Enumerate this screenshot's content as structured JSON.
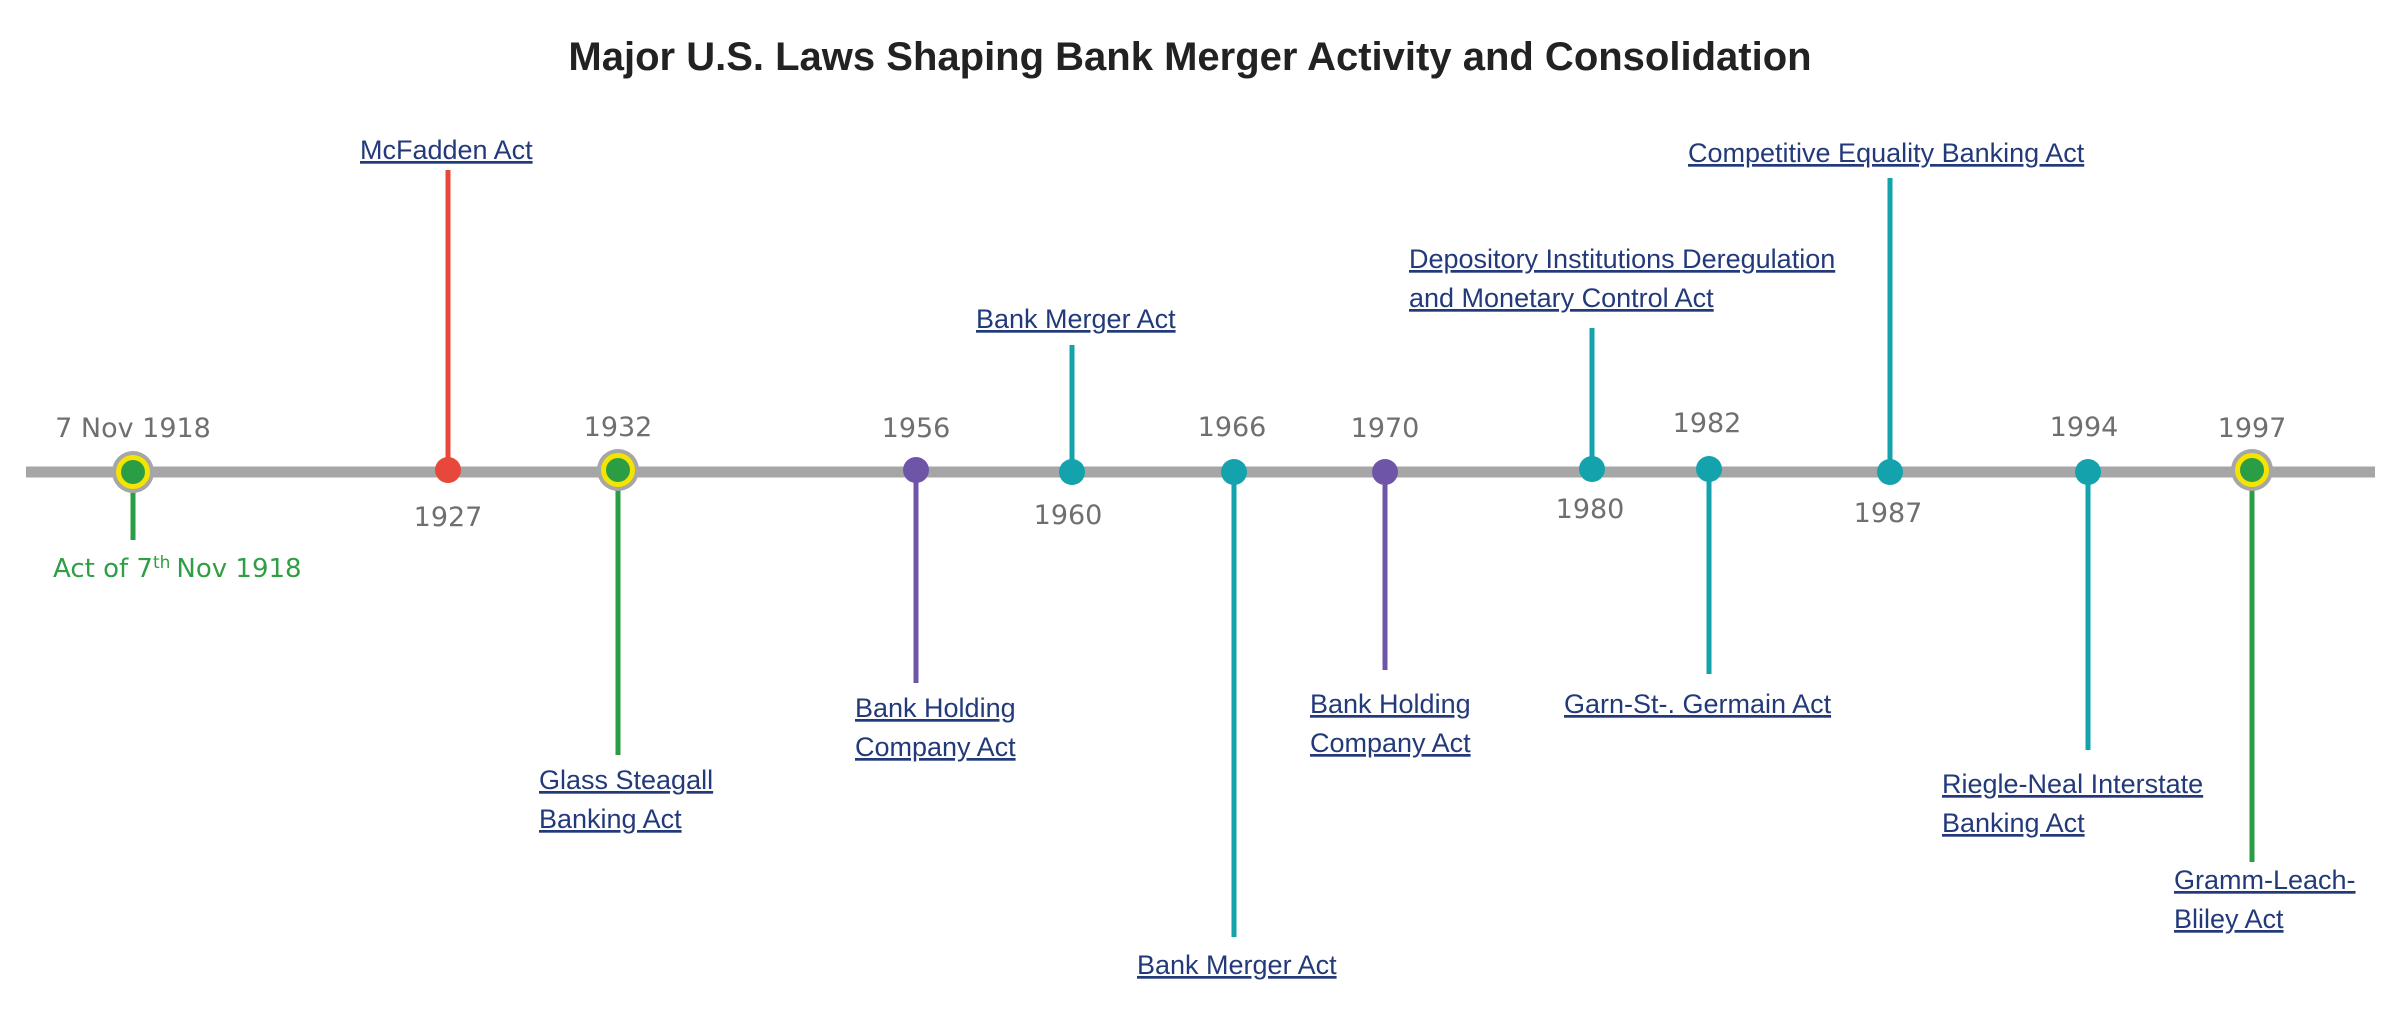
{
  "title": "Major U.S. Laws Shaping Bank Merger Activity and Consolidation",
  "colors": {
    "axis": "#a6a6a6",
    "green": "#2a9d45",
    "teal": "#14a3ad",
    "purple": "#6f55a8",
    "red": "#e8483b",
    "highlight_ring": "#f5e400",
    "link_text": "#233a7a",
    "year_text": "#6f6f6f"
  },
  "events": [
    {
      "id": "act-of-7-nov-1918",
      "year": "7 Nov 1918",
      "label_lines": [
        "Act of 7",
        "Nov 1918"
      ],
      "superscript": "th",
      "color": "green",
      "style": "note",
      "highlight": true
    },
    {
      "id": "mcfadden-act",
      "year": "1927",
      "label_lines": [
        "McFadden Act"
      ],
      "color": "red",
      "highlight": false
    },
    {
      "id": "glass-steagall-banking-act",
      "year": "1932",
      "label_lines": [
        "Glass Steagall",
        "Banking Act"
      ],
      "color": "green",
      "highlight": true
    },
    {
      "id": "bank-holding-company-act-1956",
      "year": "1956",
      "label_lines": [
        "Bank Holding",
        "Company Act"
      ],
      "color": "purple",
      "highlight": false
    },
    {
      "id": "bank-merger-act-1960",
      "year": "1960",
      "label_lines": [
        "Bank Merger Act"
      ],
      "color": "teal",
      "highlight": false
    },
    {
      "id": "bank-merger-act-1966",
      "year": "1966",
      "label_lines": [
        "Bank Merger Act"
      ],
      "color": "teal",
      "highlight": false
    },
    {
      "id": "bank-holding-company-act-1970",
      "year": "1970",
      "label_lines": [
        "Bank Holding",
        "Company Act"
      ],
      "color": "purple",
      "highlight": false
    },
    {
      "id": "didmca",
      "year": "1980",
      "label_lines": [
        "Depository Institutions Deregulation",
        "and Monetary Control Act"
      ],
      "color": "teal",
      "highlight": false
    },
    {
      "id": "garn-st-germain-act",
      "year": "1982",
      "label_lines": [
        "Garn-St-. Germain Act"
      ],
      "color": "teal",
      "highlight": false
    },
    {
      "id": "competitive-equality-banking-act",
      "year": "1987",
      "label_lines": [
        "Competitive Equality Banking Act"
      ],
      "color": "teal",
      "highlight": false
    },
    {
      "id": "riegle-neal-interstate-banking-act",
      "year": "1994",
      "label_lines": [
        "Riegle-Neal Interstate",
        "Banking Act"
      ],
      "color": "teal",
      "highlight": false
    },
    {
      "id": "gramm-leach-bliley-act",
      "year": "1997",
      "label_lines": [
        "Gramm-Leach-",
        "Bliley Act"
      ],
      "color": "green",
      "highlight": true
    }
  ]
}
